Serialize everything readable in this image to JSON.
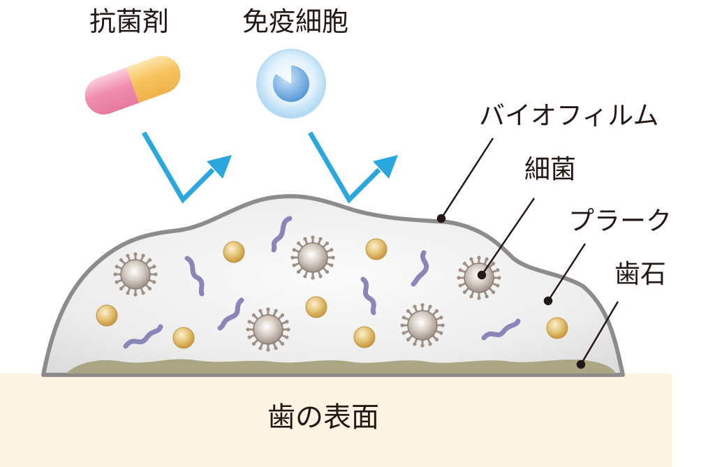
{
  "labels": {
    "antibacterial": "抗菌剤",
    "immune_cell": "免疫細胞",
    "biofilm": "バイオフィルム",
    "bacteria": "細菌",
    "plaque": "プラーク",
    "tartar": "歯石",
    "tooth_surface": "歯の表面"
  },
  "colors": {
    "arrow": "#2aa7dc",
    "biofilm_outline": "#8c8c8c",
    "tartar": "#aca584",
    "tooth_surface": "#fdf4e3",
    "bacteria_body": "#9e9086",
    "rod_bacteria": "#8a86b8",
    "coccus": "#d9b35a",
    "capsule_pink": "#ef8fb0",
    "capsule_yellow": "#f7c35e",
    "immune_cell": "#7fb7e6"
  }
}
